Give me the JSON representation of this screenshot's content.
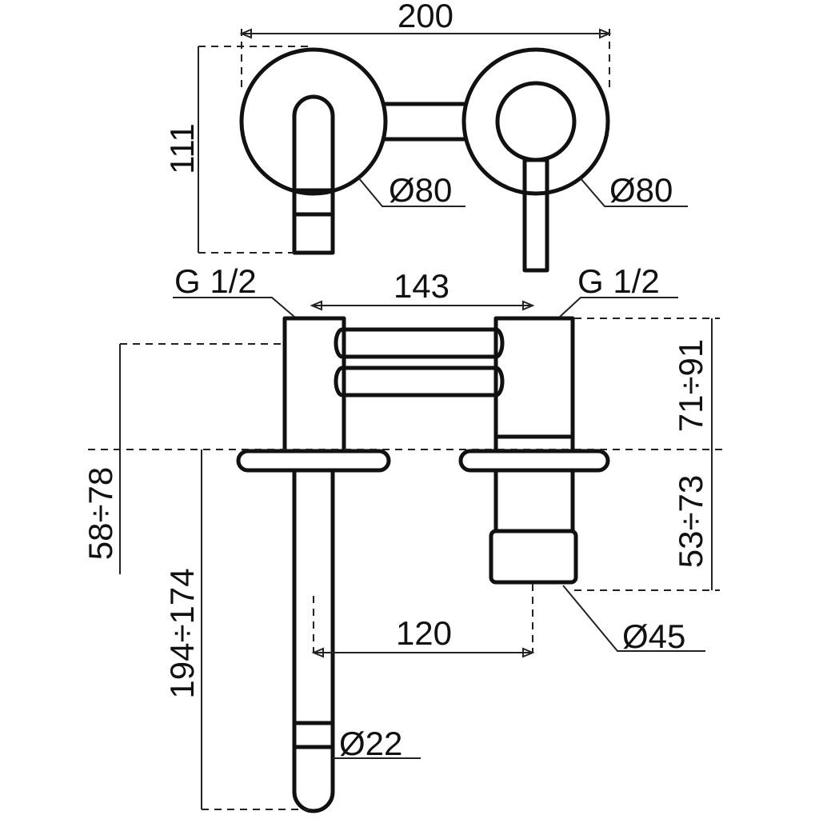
{
  "dimensions": {
    "top_width": "200",
    "top_height": "111",
    "left_rosette_diameter": "Ø80",
    "right_rosette_diameter": "Ø80",
    "left_thread": "G 1/2",
    "right_thread": "G 1/2",
    "center_distance": "143",
    "wall_depth_range": "71÷91",
    "handle_length_range": "53÷73",
    "spout_wall_range": "58÷78",
    "spout_length_range": "194÷174",
    "spout_offset": "120",
    "spout_diameter": "Ø22",
    "handle_diameter": "Ø45"
  }
}
